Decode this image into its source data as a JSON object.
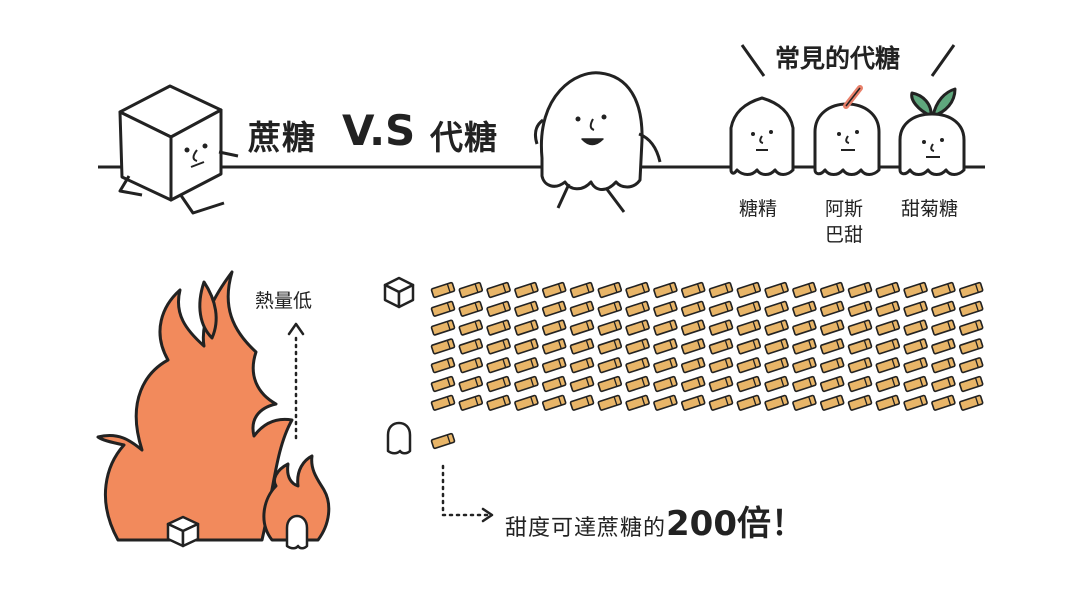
{
  "title": {
    "left": "蔗糖",
    "vs": "V.S",
    "right": "代糖"
  },
  "common_label": "常見的代糖",
  "sweeteners": [
    {
      "name_line1": "糖精",
      "name_line2": ""
    },
    {
      "name_line1": "阿斯",
      "name_line2": "巴甜"
    },
    {
      "name_line1": "甜菊糖",
      "name_line2": ""
    }
  ],
  "calorie_label": "熱量低",
  "sweetness_prefix": "甜度可達蔗糖的",
  "sweetness_value": "200倍",
  "sweetness_suffix": "！",
  "sugar_packet_grid": {
    "rows": 7,
    "cols": 20
  },
  "substitute_packet_count": 1,
  "colors": {
    "flame": "#f28a5c",
    "packet": "#e8b568",
    "ink": "#222222",
    "background": "#ffffff"
  }
}
